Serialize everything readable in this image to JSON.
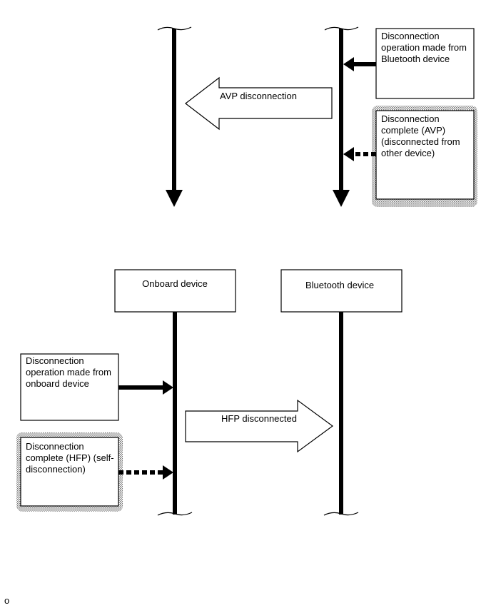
{
  "upper": {
    "note_disconnect_op": [
      "Disconnection",
      "operation made from",
      "Bluetooth device"
    ],
    "arrow_label": "AVP disconnection",
    "note_complete": [
      "Disconnection",
      "complete (AVP)",
      "(disconnected from",
      "other device)"
    ]
  },
  "lower": {
    "onboard_box_label": "Onboard device",
    "bluetooth_box_label": "Bluetooth device",
    "note_disconnect_op": [
      "Disconnection",
      "operation made from",
      "onboard device"
    ],
    "arrow_label": "HFP disconnected",
    "note_complete": [
      "Disconnection",
      "complete (HFP) (self-",
      "disconnection)"
    ]
  },
  "footer": {
    "label": "o"
  },
  "colors": {
    "line": "#000000",
    "background": "#ffffff",
    "stipple": "#888888"
  }
}
